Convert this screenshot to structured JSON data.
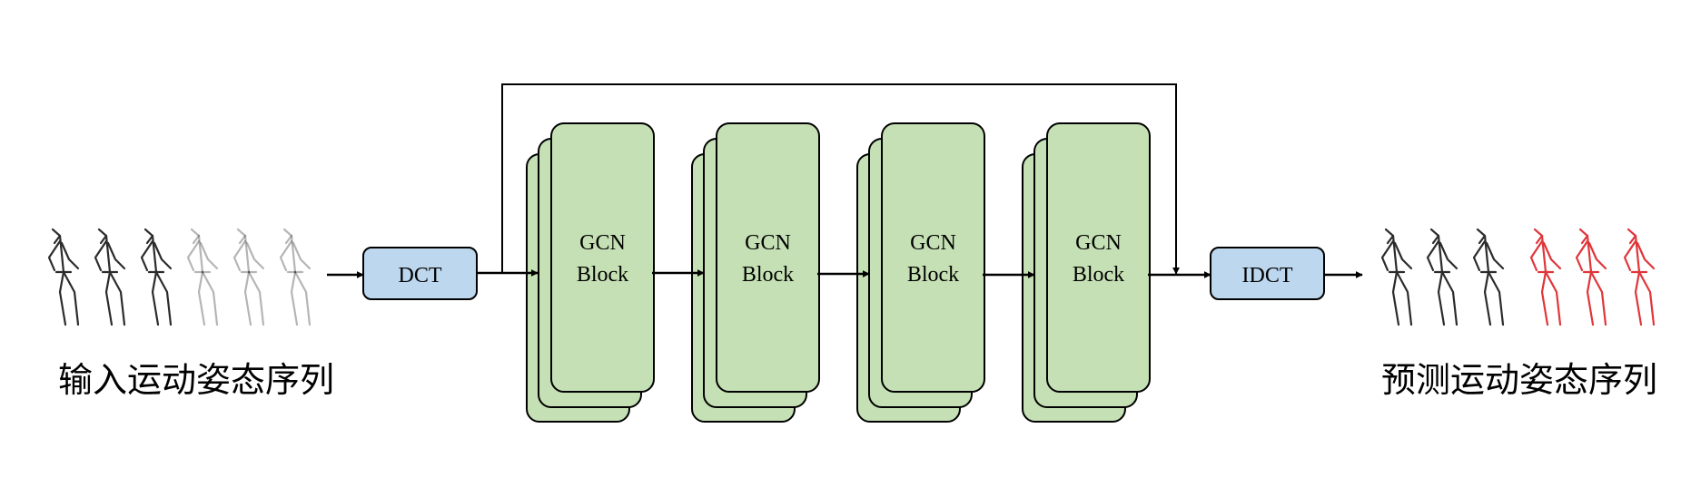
{
  "colors": {
    "gcn_fill": "#c5e0b4",
    "transform_fill": "#bdd7ee",
    "stroke": "#000000",
    "pose_gray": "#2b2b2b",
    "pose_red": "#e0353a"
  },
  "input": {
    "caption": "输入运动姿态序列"
  },
  "output": {
    "caption": "预测运动姿态序列"
  },
  "dct": {
    "label": "DCT"
  },
  "idct": {
    "label": "IDCT"
  },
  "blocks": [
    {
      "line1": "GCN",
      "line2": "Block"
    },
    {
      "line1": "GCN",
      "line2": "Block"
    },
    {
      "line1": "GCN",
      "line2": "Block"
    },
    {
      "line1": "GCN",
      "line2": "Block"
    }
  ]
}
